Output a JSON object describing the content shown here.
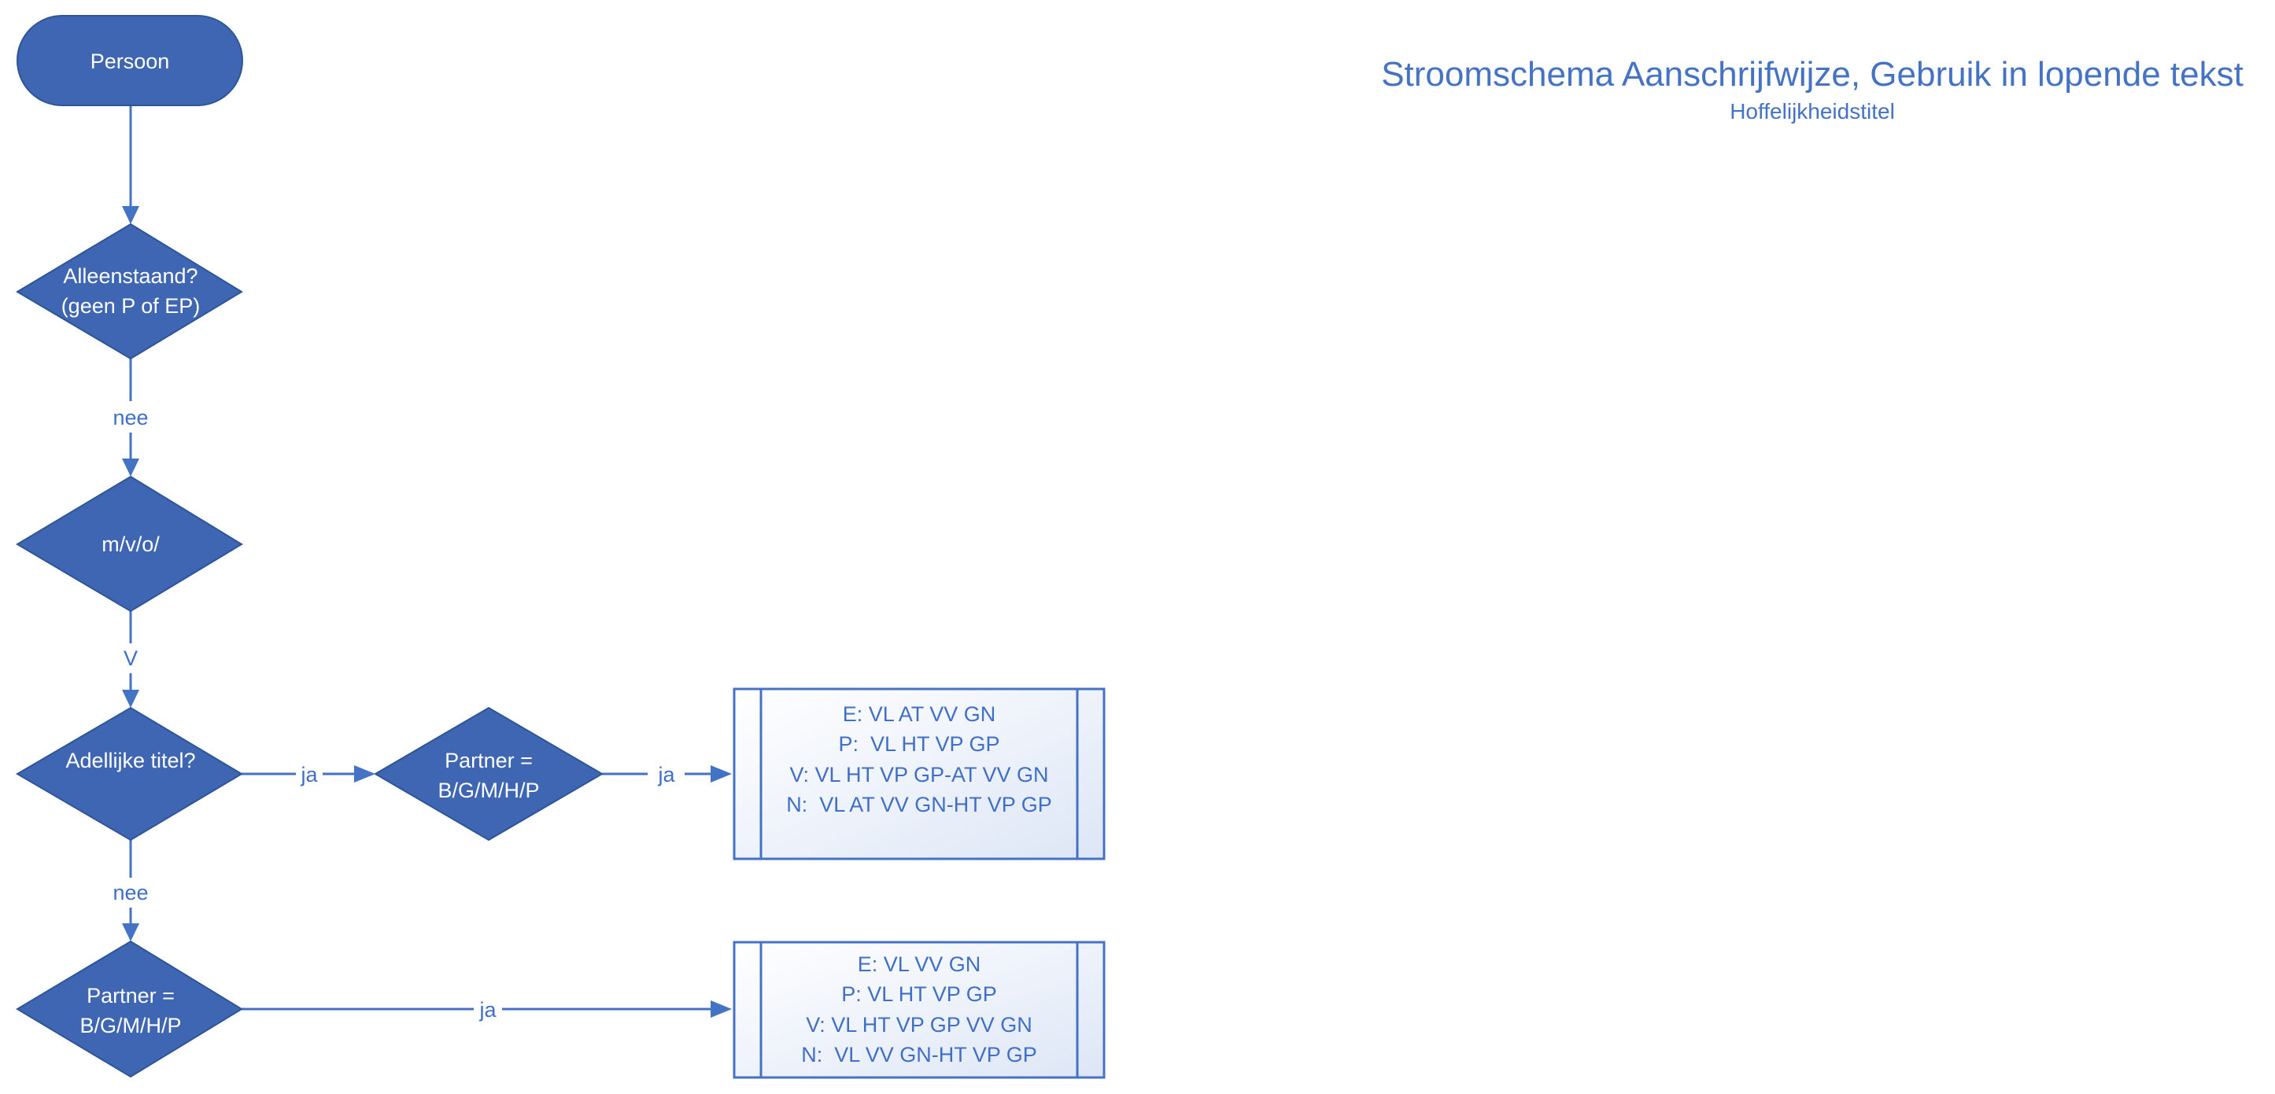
{
  "diagram": {
    "title": "Stroomschema Aanschrijfwijze, Gebruik in lopende tekst",
    "subtitle": "Hoffelijkheidstitel",
    "colors": {
      "shape_fill": "#3e66b2",
      "shape_stroke": "#2e5597",
      "line": "#4472c4",
      "text": "#4472c4",
      "process_fill_light": "#ffffff",
      "process_fill_dark": "#dde6f6"
    },
    "nodes": {
      "start": "Persoon",
      "alleenstaand": [
        "Alleenstaand?",
        "(geen P of EP)"
      ],
      "mvo": "m/v/o/",
      "adellijk": "Adellijke titel?",
      "partner1": [
        "Partner =",
        "B/G/M/H/P"
      ],
      "partner2": [
        "Partner =",
        "B/G/M/H/P"
      ],
      "result1": [
        "E: VL AT VV GN",
        "P:  VL HT VP GP",
        "V: VL HT VP GP-AT VV GN",
        "N:  VL AT VV GN-HT VP GP"
      ],
      "result2": [
        "E: VL VV GN",
        "P: VL HT VP GP",
        "V: VL HT VP GP VV GN",
        "N:  VL VV GN-HT VP GP"
      ]
    },
    "edge_labels": {
      "alleenstaand_mvo": "nee",
      "mvo_adellijk": "V",
      "adellijk_partner1": "ja",
      "partner1_result1": "ja",
      "adellijk_partner2": "nee",
      "partner2_result2": "ja"
    }
  }
}
